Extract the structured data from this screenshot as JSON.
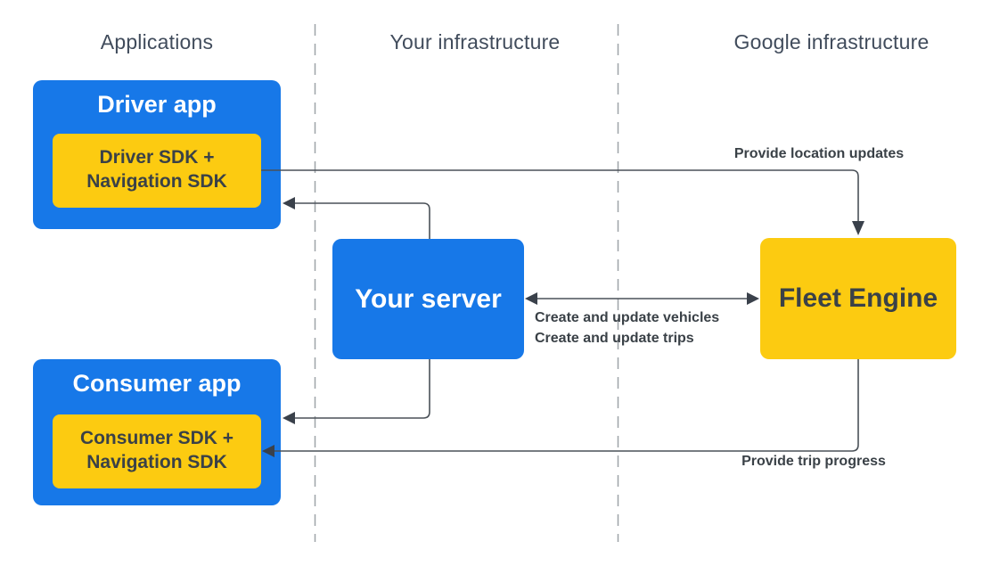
{
  "columns": {
    "applications": "Applications",
    "your_infrastructure": "Your infrastructure",
    "google_infrastructure": "Google infrastructure"
  },
  "nodes": {
    "driver_app": {
      "title": "Driver app",
      "sdk_line1": "Driver SDK +",
      "sdk_line2": "Navigation SDK"
    },
    "consumer_app": {
      "title": "Consumer app",
      "sdk_line1": "Consumer SDK +",
      "sdk_line2": "Navigation SDK"
    },
    "your_server": {
      "title": "Your server"
    },
    "fleet_engine": {
      "title": "Fleet Engine"
    }
  },
  "arrows": {
    "location_updates": "Provide location updates",
    "create_update_line1": "Create and update vehicles",
    "create_update_line2": "Create and update trips",
    "trip_progress": "Provide trip progress"
  },
  "colors": {
    "node_blue": "#1778E8",
    "node_yellow": "#FCCB11",
    "dark_text": "#3A4147",
    "header_text": "#414C5C",
    "wire": "#4A5158",
    "divider": "#9EA3A8"
  }
}
